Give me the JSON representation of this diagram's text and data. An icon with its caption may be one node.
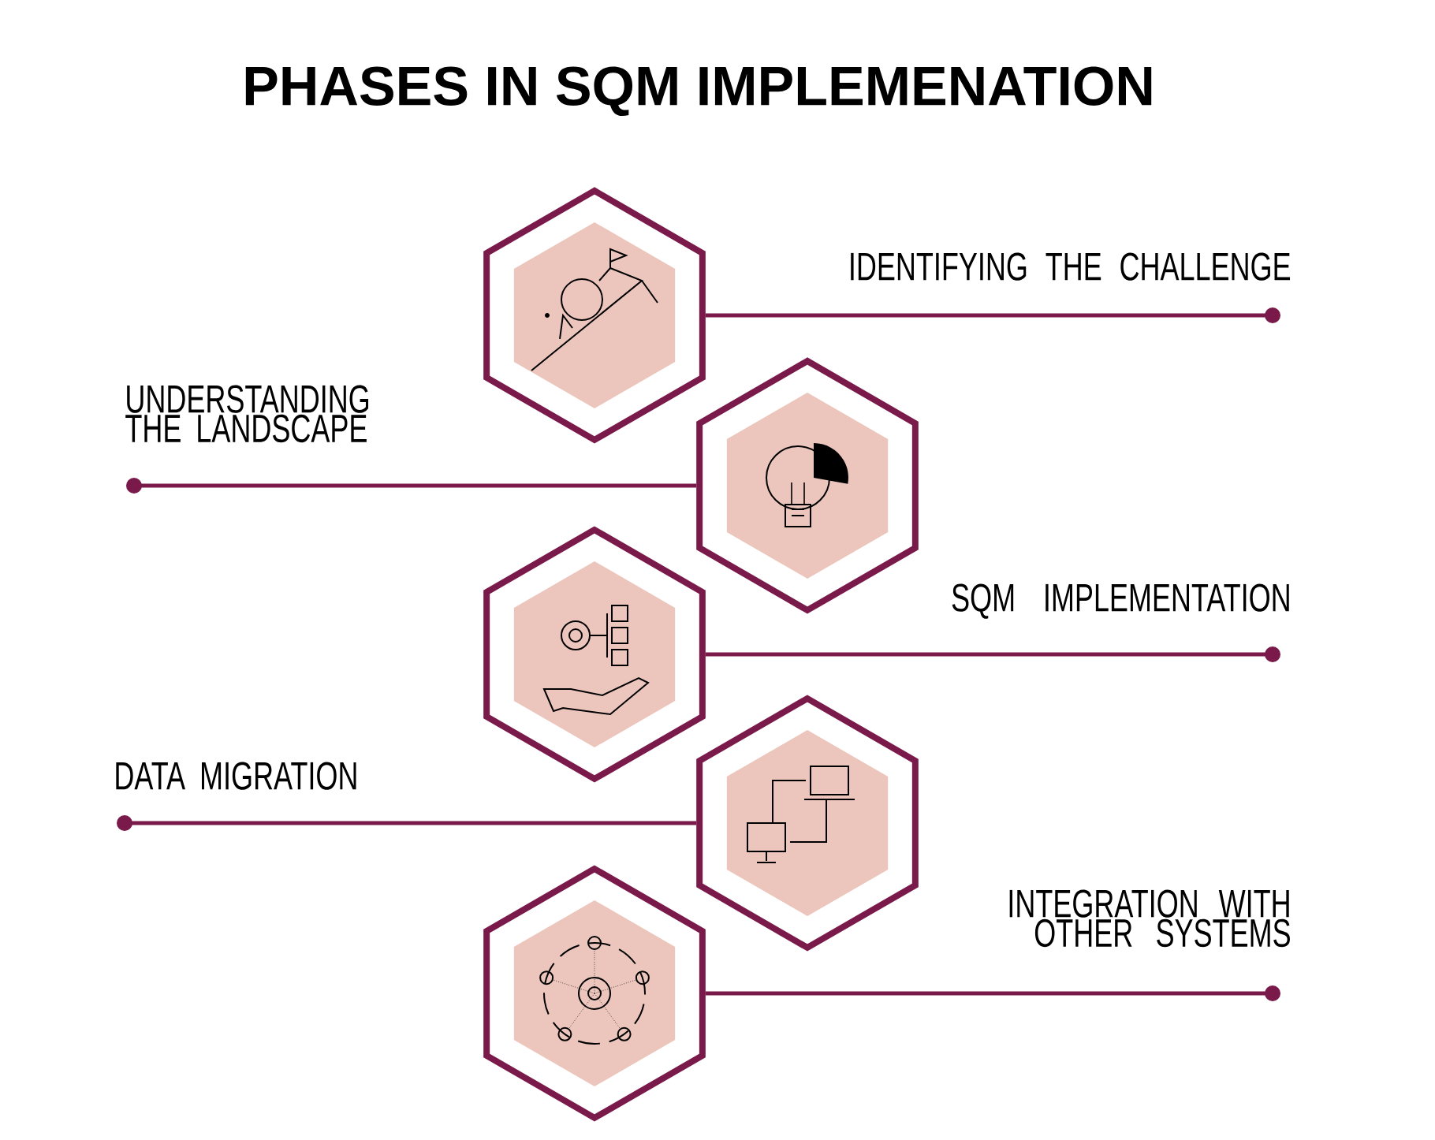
{
  "diagram": {
    "title": "PHASES IN SQM IMPLEMENATION",
    "nodes": [
      {
        "text": [],
        "shape": "hexagon"
      },
      {
        "text": [],
        "shape": "hexagon"
      },
      {
        "text": [],
        "shape": "hexagon"
      },
      {
        "text": [],
        "shape": "hexagon"
      },
      {
        "text": [],
        "shape": "hexagon"
      }
    ],
    "edges": [
      {
        "from": 0,
        "to": null,
        "arrow": "other"
      },
      {
        "from": 1,
        "to": null,
        "arrow": "other"
      },
      {
        "from": 2,
        "to": null,
        "arrow": "other"
      },
      {
        "from": 3,
        "to": null,
        "arrow": "other"
      },
      {
        "from": 4,
        "to": null,
        "arrow": "other"
      }
    ],
    "labels": [
      "IDENTIFYING THE CHALLENGE",
      "UNDERSTANDING THE LANDSCAPE",
      "SQM IMPLEMENTATION",
      "DATA MIGRATION",
      "INTEGRATION WITH OTHER SYSTEMS"
    ]
  }
}
